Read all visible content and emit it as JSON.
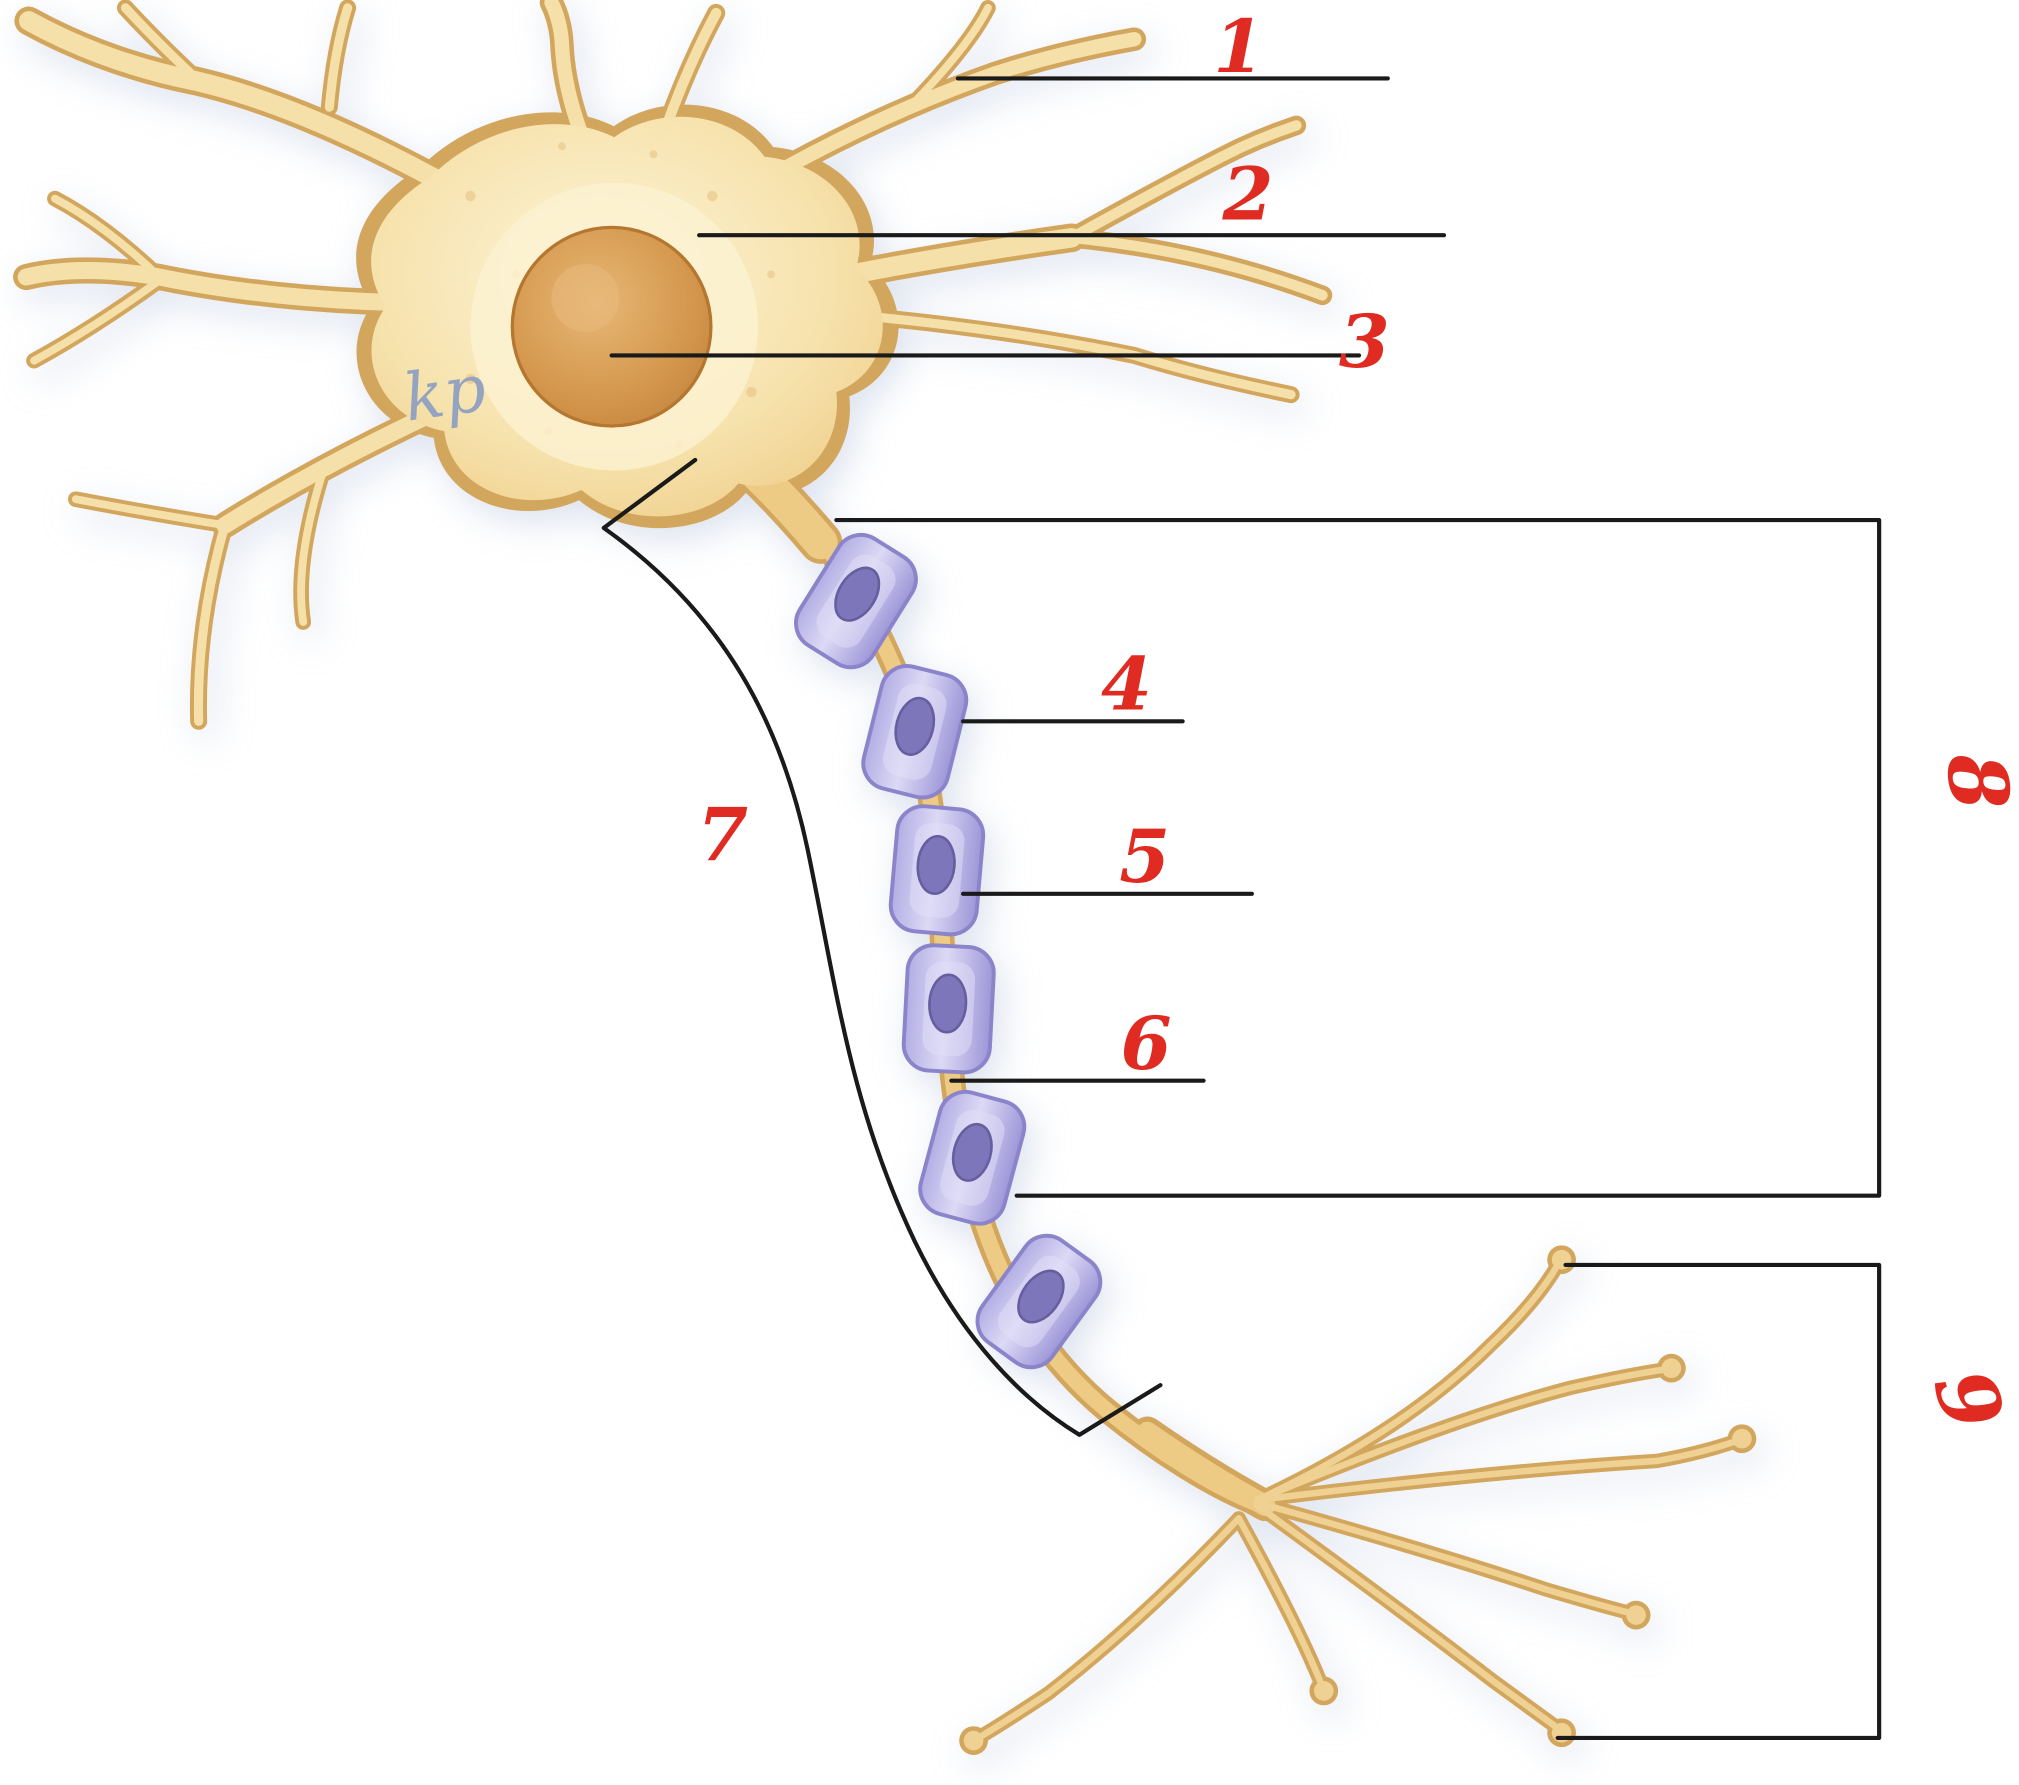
{
  "diagram": {
    "handwritten_note": "kp",
    "labels": [
      {
        "text": "1"
      },
      {
        "text": "2"
      },
      {
        "text": "3"
      },
      {
        "text": "4"
      },
      {
        "text": "5"
      },
      {
        "text": "6"
      },
      {
        "text": "7"
      },
      {
        "text": "8"
      },
      {
        "text": "9"
      }
    ]
  },
  "colors": {
    "label_red": "#e02b22",
    "line_black": "#1a1a1a",
    "body_fill": "#f6e0a9",
    "body_edge": "#d3a65d",
    "nucleus_orange": "#d4924b",
    "myelin_lavender": "#b3aee4",
    "schwann_nucleus_purple": "#7e76ba",
    "handwriting_blue": "#94a3bf"
  }
}
